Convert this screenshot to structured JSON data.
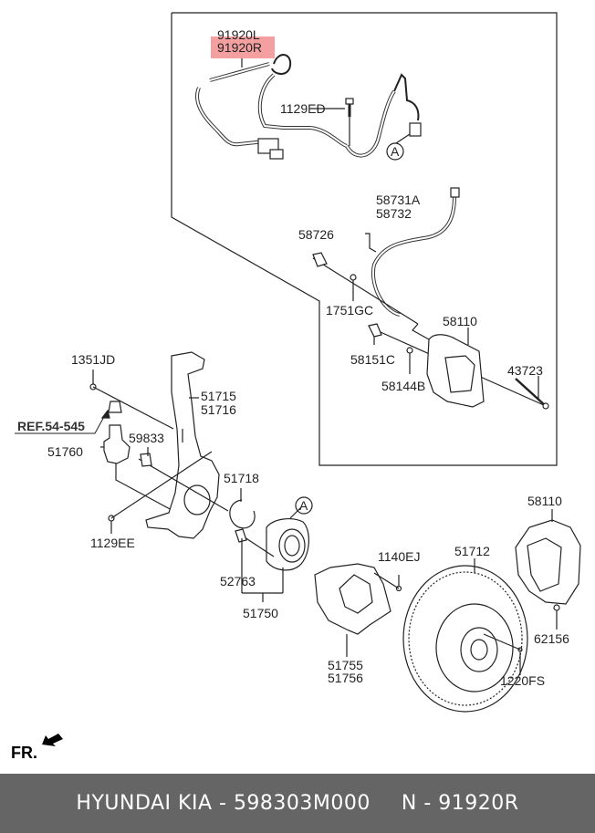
{
  "diagram": {
    "title": "Front wheel hub, knuckle, brake and wheel speed sensor parts diagram",
    "highlighted_part": "91920R",
    "callouts": [
      {
        "id": "91920L",
        "group": "sensor"
      },
      {
        "id": "91920R",
        "group": "sensor",
        "highlighted": true
      },
      {
        "id": "1129ED",
        "group": "sensor"
      },
      {
        "id": "A",
        "group": "sensor",
        "type": "circle-marker"
      },
      {
        "id": "58731A",
        "group": "caliper"
      },
      {
        "id": "58732",
        "group": "caliper"
      },
      {
        "id": "58726",
        "group": "caliper"
      },
      {
        "id": "1751GC",
        "group": "caliper"
      },
      {
        "id": "58110",
        "group": "caliper"
      },
      {
        "id": "58151C",
        "group": "caliper"
      },
      {
        "id": "58144B",
        "group": "caliper"
      },
      {
        "id": "43723",
        "group": "caliper"
      },
      {
        "id": "1351JD",
        "group": "knuckle"
      },
      {
        "id": "REF.54-545",
        "group": "knuckle",
        "type": "reference"
      },
      {
        "id": "51715",
        "group": "knuckle"
      },
      {
        "id": "51716",
        "group": "knuckle"
      },
      {
        "id": "51760",
        "group": "knuckle"
      },
      {
        "id": "59833",
        "group": "knuckle"
      },
      {
        "id": "51718",
        "group": "hub"
      },
      {
        "id": "1129EE",
        "group": "knuckle"
      },
      {
        "id": "A",
        "group": "hub",
        "type": "circle-marker"
      },
      {
        "id": "52763",
        "group": "hub"
      },
      {
        "id": "51750",
        "group": "hub"
      },
      {
        "id": "1140EJ",
        "group": "dust-cover"
      },
      {
        "id": "51755",
        "group": "dust-cover"
      },
      {
        "id": "51756",
        "group": "dust-cover"
      },
      {
        "id": "51712",
        "group": "disc"
      },
      {
        "id": "58110",
        "group": "disc-caliper"
      },
      {
        "id": "62156",
        "group": "disc-caliper"
      },
      {
        "id": "1220FS",
        "group": "disc"
      }
    ],
    "labels": {
      "l91920L": "91920L",
      "l91920R": "91920R",
      "l1129ED": "1129ED",
      "markerA1": "A",
      "l58731A": "58731A",
      "l58732": "58732",
      "l58726": "58726",
      "l1751GC": "1751GC",
      "l58110a": "58110",
      "l58151C": "58151C",
      "l58144B": "58144B",
      "l43723": "43723",
      "l1351JD": "1351JD",
      "lREF": "REF.54-545",
      "l51715": "51715",
      "l51716": "51716",
      "l51760": "51760",
      "l59833": "59833",
      "l51718": "51718",
      "l1129EE": "1129EE",
      "markerA2": "A",
      "l52763": "52763",
      "l51750": "51750",
      "l1140EJ": "1140EJ",
      "l51755": "51755",
      "l51756": "51756",
      "l51712": "51712",
      "l58110b": "58110",
      "l62156": "62156",
      "l1220FS": "1220FS"
    },
    "orientation": {
      "label": "FR.",
      "icon": "front-direction-arrow-icon"
    },
    "highlight_color": "#f08080"
  },
  "footer": {
    "brand": "HYUNDAI  KIA",
    "separator": " - ",
    "part_number": "598303M000",
    "position_prefix": "N - ",
    "position_number": "91920R",
    "background_color": "#656565"
  }
}
